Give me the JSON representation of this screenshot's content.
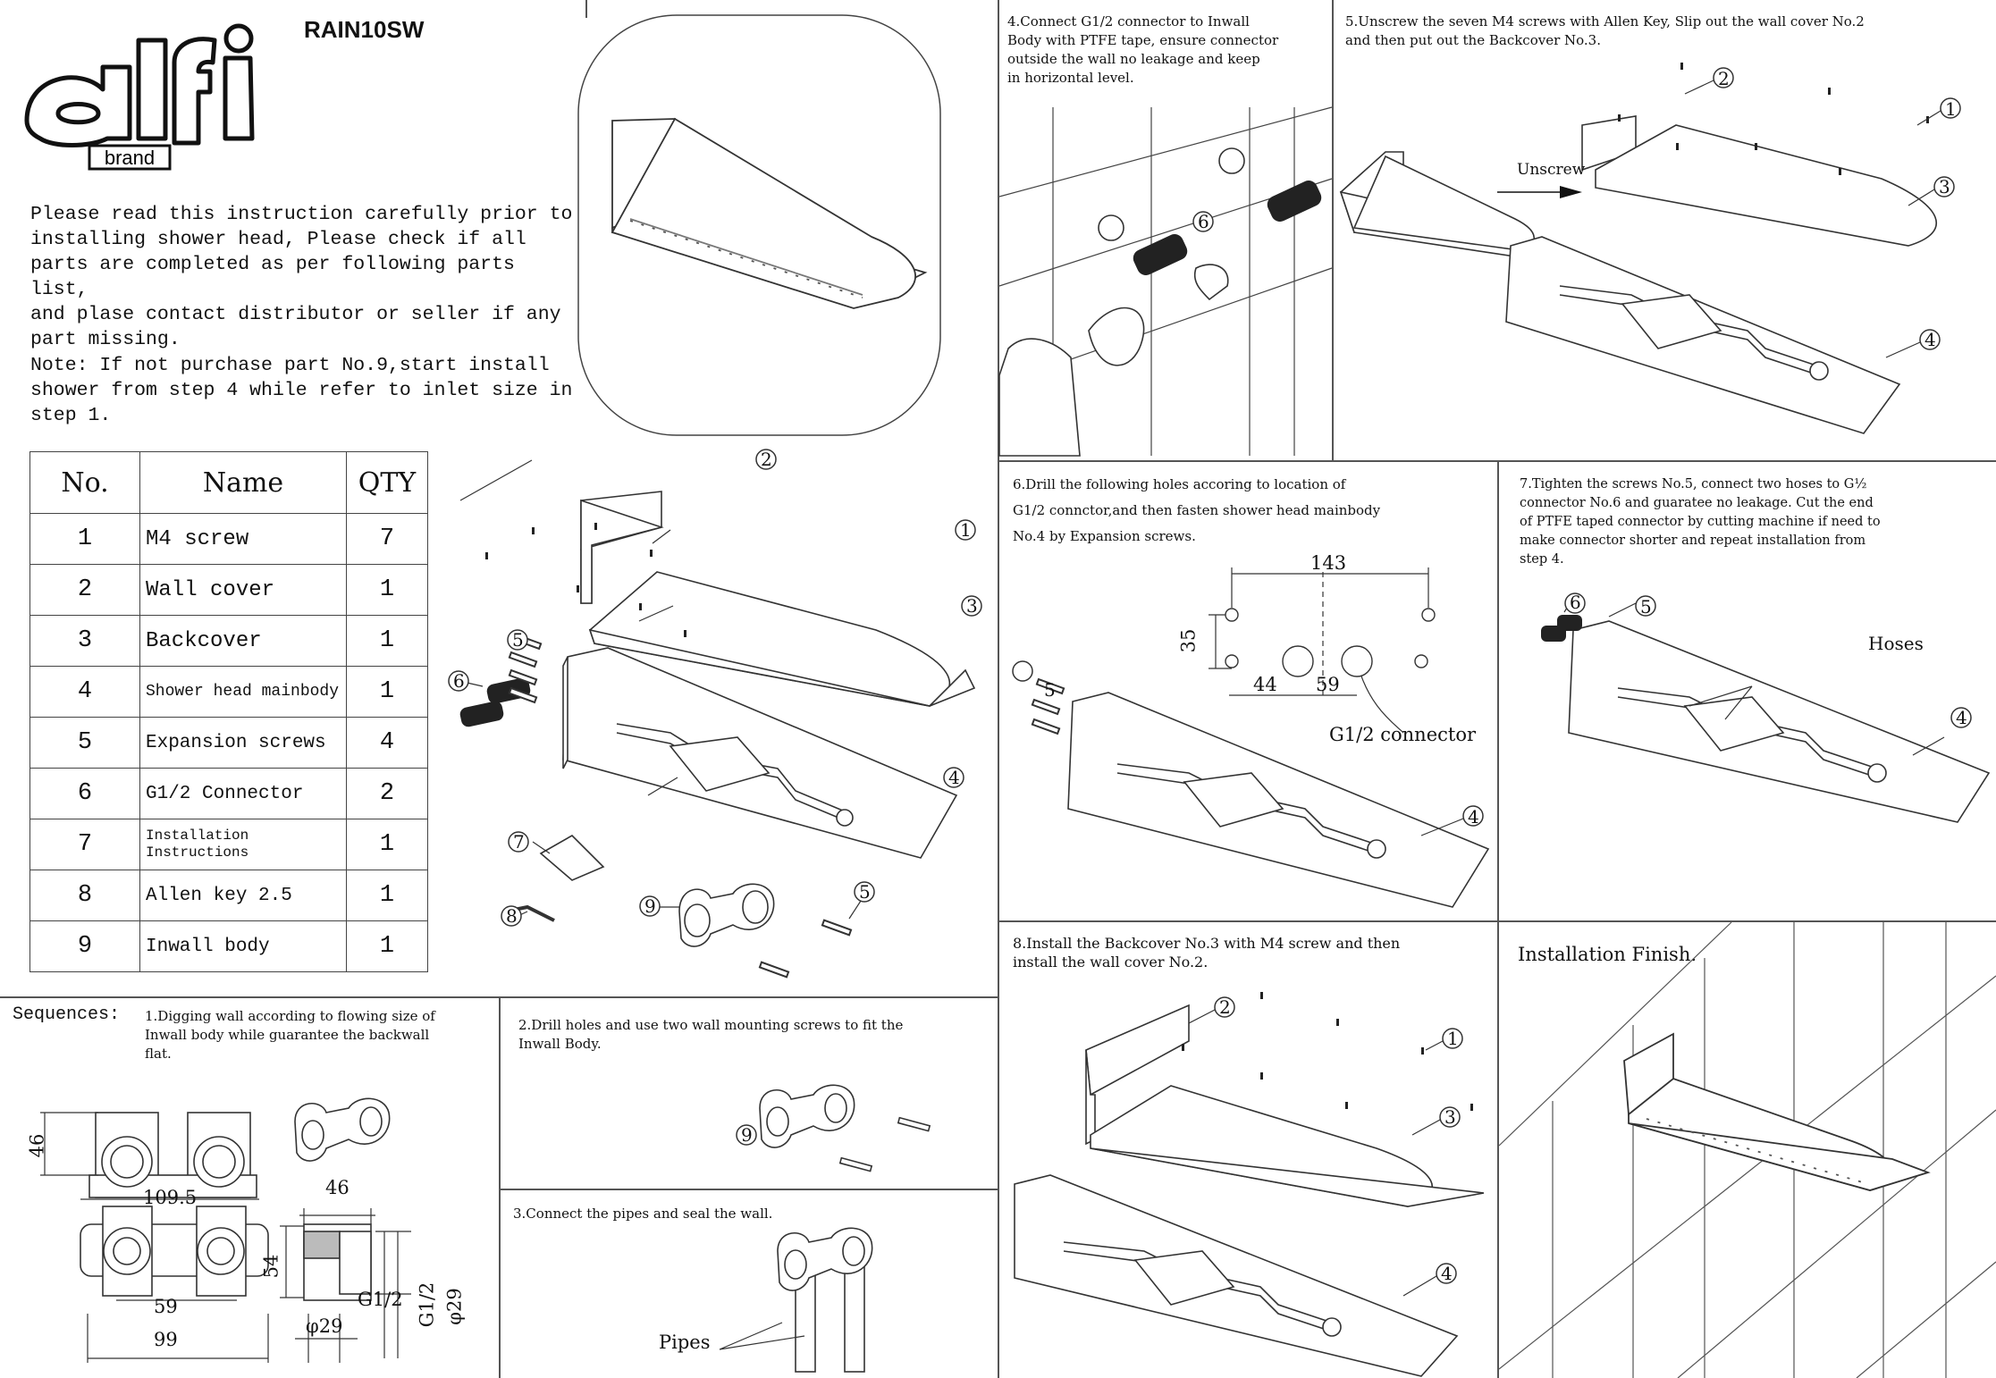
{
  "header": {
    "logo_text": "alfi",
    "logo_sub": "brand",
    "model": "RAIN10SW"
  },
  "intro": {
    "paragraph": "Please read this instruction carefully prior to\ninstalling shower head, Please check if all\nparts are completed as per following parts list,\nand plase contact distributor or seller if any\npart missing.",
    "note": "Note: If not purchase part No.9,start install\nshower from step 4 while refer to inlet size in\nstep 1."
  },
  "parts_table": {
    "headers": {
      "no": "No.",
      "name": "Name",
      "qty": "QTY"
    },
    "rows": [
      {
        "no": "1",
        "name": "M4 screw",
        "qty": "7"
      },
      {
        "no": "2",
        "name": "Wall cover",
        "qty": "1"
      },
      {
        "no": "3",
        "name": "Backcover",
        "qty": "1"
      },
      {
        "no": "4",
        "name": "Shower head mainbody",
        "qty": "1"
      },
      {
        "no": "5",
        "name": "Expansion screws",
        "qty": "4"
      },
      {
        "no": "6",
        "name": "G1/2 Connector",
        "qty": "2"
      },
      {
        "no": "7",
        "name": "Installation\nInstructions",
        "qty": "1"
      },
      {
        "no": "8",
        "name": "Allen key 2.5",
        "qty": "1"
      },
      {
        "no": "9",
        "name": "Inwall body",
        "qty": "1"
      }
    ]
  },
  "callouts": {
    "n1": "1",
    "n2": "2",
    "n3": "3",
    "n4": "4",
    "n5": "5",
    "n6": "6",
    "n7": "7",
    "n8": "8",
    "n9": "9"
  },
  "sequences": {
    "label": "Sequences:",
    "step1": "1.Digging wall according to flowing size of\nInwall body while guarantee the backwall\nflat.",
    "step2": "2.Drill holes and use two wall mounting screws to fit the\nInwall Body.",
    "step3": "3.Connect the pipes and seal the wall.",
    "step4": "4.Connect G1/2 connector to Inwall\nBody with PTFE tape, ensure connector\noutside the wall no leakage and keep\nin horizontal level.",
    "step5": "5.Unscrew the seven M4 screws with Allen Key, Slip out the wall cover No.2\nand then put out the Backcover No.3.",
    "step6": "6.Drill the following holes accoring to location of\nG1/2 connctor,and then fasten shower head mainbody\nNo.4 by Expansion screws.",
    "step7": "7.Tighten the screws No.5, connect two hoses to G½\nconnector No.6 and guaratee no leakage. Cut the end\nof PTFE taped connector by cutting machine if need to\nmake connector shorter and repeat installation from\nstep 4.",
    "step8": "8.Install the Backcover No.3 with M4 screw and then\ninstall the wall cover No.2.",
    "finish": "Installation Finish."
  },
  "dimensions": {
    "d46_v": "46",
    "d109": "109.5",
    "d59": "59",
    "d99": "99",
    "d46_h": "46",
    "d54": "54",
    "g12": "G1/2",
    "phi29a": "φ29",
    "g12b": "G1/2",
    "phi29b": "φ29",
    "s6_143": "143",
    "s6_35": "35",
    "s6_44": "44",
    "s6_59": "59",
    "s6_conn": "G1/2 connector"
  },
  "labels": {
    "unscrew": "Unscrew",
    "hoses": "Hoses",
    "pipes": "Pipes"
  }
}
